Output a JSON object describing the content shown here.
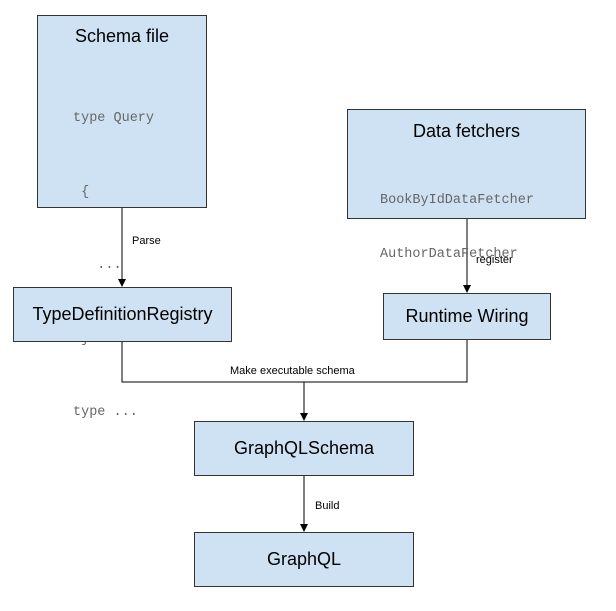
{
  "schema_file": {
    "title": "Schema file",
    "code": [
      "type Query",
      " {",
      "   ...",
      " }",
      "type ..."
    ]
  },
  "data_fetchers": {
    "title": "Data fetchers",
    "code": [
      "BookByIdDataFetcher",
      "AuthorDataFetcher"
    ]
  },
  "nodes": {
    "type_definition_registry": "TypeDefinitionRegistry",
    "runtime_wiring": "Runtime Wiring",
    "graphql_schema": "GraphQLSchema",
    "graphql": "GraphQL"
  },
  "edges": {
    "parse": "Parse",
    "register": "register",
    "make_executable_schema": "Make executable schema",
    "build": "Build"
  },
  "colors": {
    "box_fill": "#cfe2f3",
    "border": "#333333"
  }
}
